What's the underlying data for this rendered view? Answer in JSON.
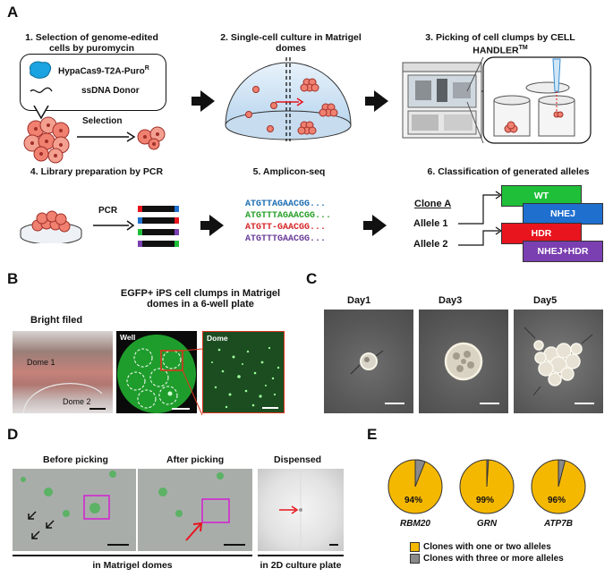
{
  "panelA": {
    "letter": "A",
    "step1": {
      "caption": "1. Selection of genome-edited cells by puromycin",
      "cas9": "HypaCas9-T2A-Puro",
      "cas9_sup": "R",
      "donor": "ssDNA Donor",
      "selection": "Selection"
    },
    "step2": {
      "caption": "2. Single-cell culture in Matrigel domes"
    },
    "step3": {
      "caption": "3. Picking of cell clumps by CELL HANDLER",
      "caption_sup": "TM"
    },
    "step4": {
      "caption": "4. Library preparation by PCR",
      "pcr": "PCR"
    },
    "step5": {
      "caption": "5. Amplicon-seq",
      "seqs": [
        {
          "text": "ATGTTAGAACGG...",
          "color": "#1f6fb2"
        },
        {
          "text": "ATGTTTAGAACGG...",
          "color": "#2aa02a"
        },
        {
          "text": "ATGTT-GAACGG...",
          "color": "#d62728"
        },
        {
          "text": "ATGTTTGAACGG...",
          "color": "#6a3d9a"
        }
      ]
    },
    "step6": {
      "caption": "6. Classification of generated alleles",
      "clone": "Clone A",
      "allele1": "Allele 1",
      "allele2": "Allele 2",
      "boxes": [
        {
          "label": "WT",
          "color": "#1fbf3a"
        },
        {
          "label": "NHEJ",
          "color": "#1f6fcf"
        },
        {
          "label": "HDR",
          "color": "#e8141e"
        },
        {
          "label": "NHEJ+HDR",
          "color": "#7a3fb0"
        }
      ]
    }
  },
  "panelB": {
    "letter": "B",
    "bright_title": "Bright filed",
    "dome1": "Dome 1",
    "dome2": "Dome 2",
    "egfp_title": "EGFP+ iPS cell clumps in Matrigel domes in a 6-well plate",
    "well": "Well",
    "dome": "Dome"
  },
  "panelC": {
    "letter": "C",
    "days": [
      "Day1",
      "Day3",
      "Day5"
    ]
  },
  "panelD": {
    "letter": "D",
    "before": "Before picking",
    "after": "After picking",
    "dispensed": "Dispensed",
    "matrigel": "in Matrigel domes",
    "plate": "in 2D culture plate"
  },
  "panelE": {
    "letter": "E",
    "pies": [
      {
        "gene": "RBM20",
        "percent_label": "94%",
        "value": 94
      },
      {
        "gene": "GRN",
        "percent_label": "99%",
        "value": 99
      },
      {
        "gene": "ATP7B",
        "percent_label": "96%",
        "value": 96
      }
    ],
    "colors": {
      "main": "#f5b800",
      "minor": "#8a8a8a"
    },
    "legend": [
      "Clones with one or two alleles",
      "Clones with three or more alleles"
    ]
  }
}
